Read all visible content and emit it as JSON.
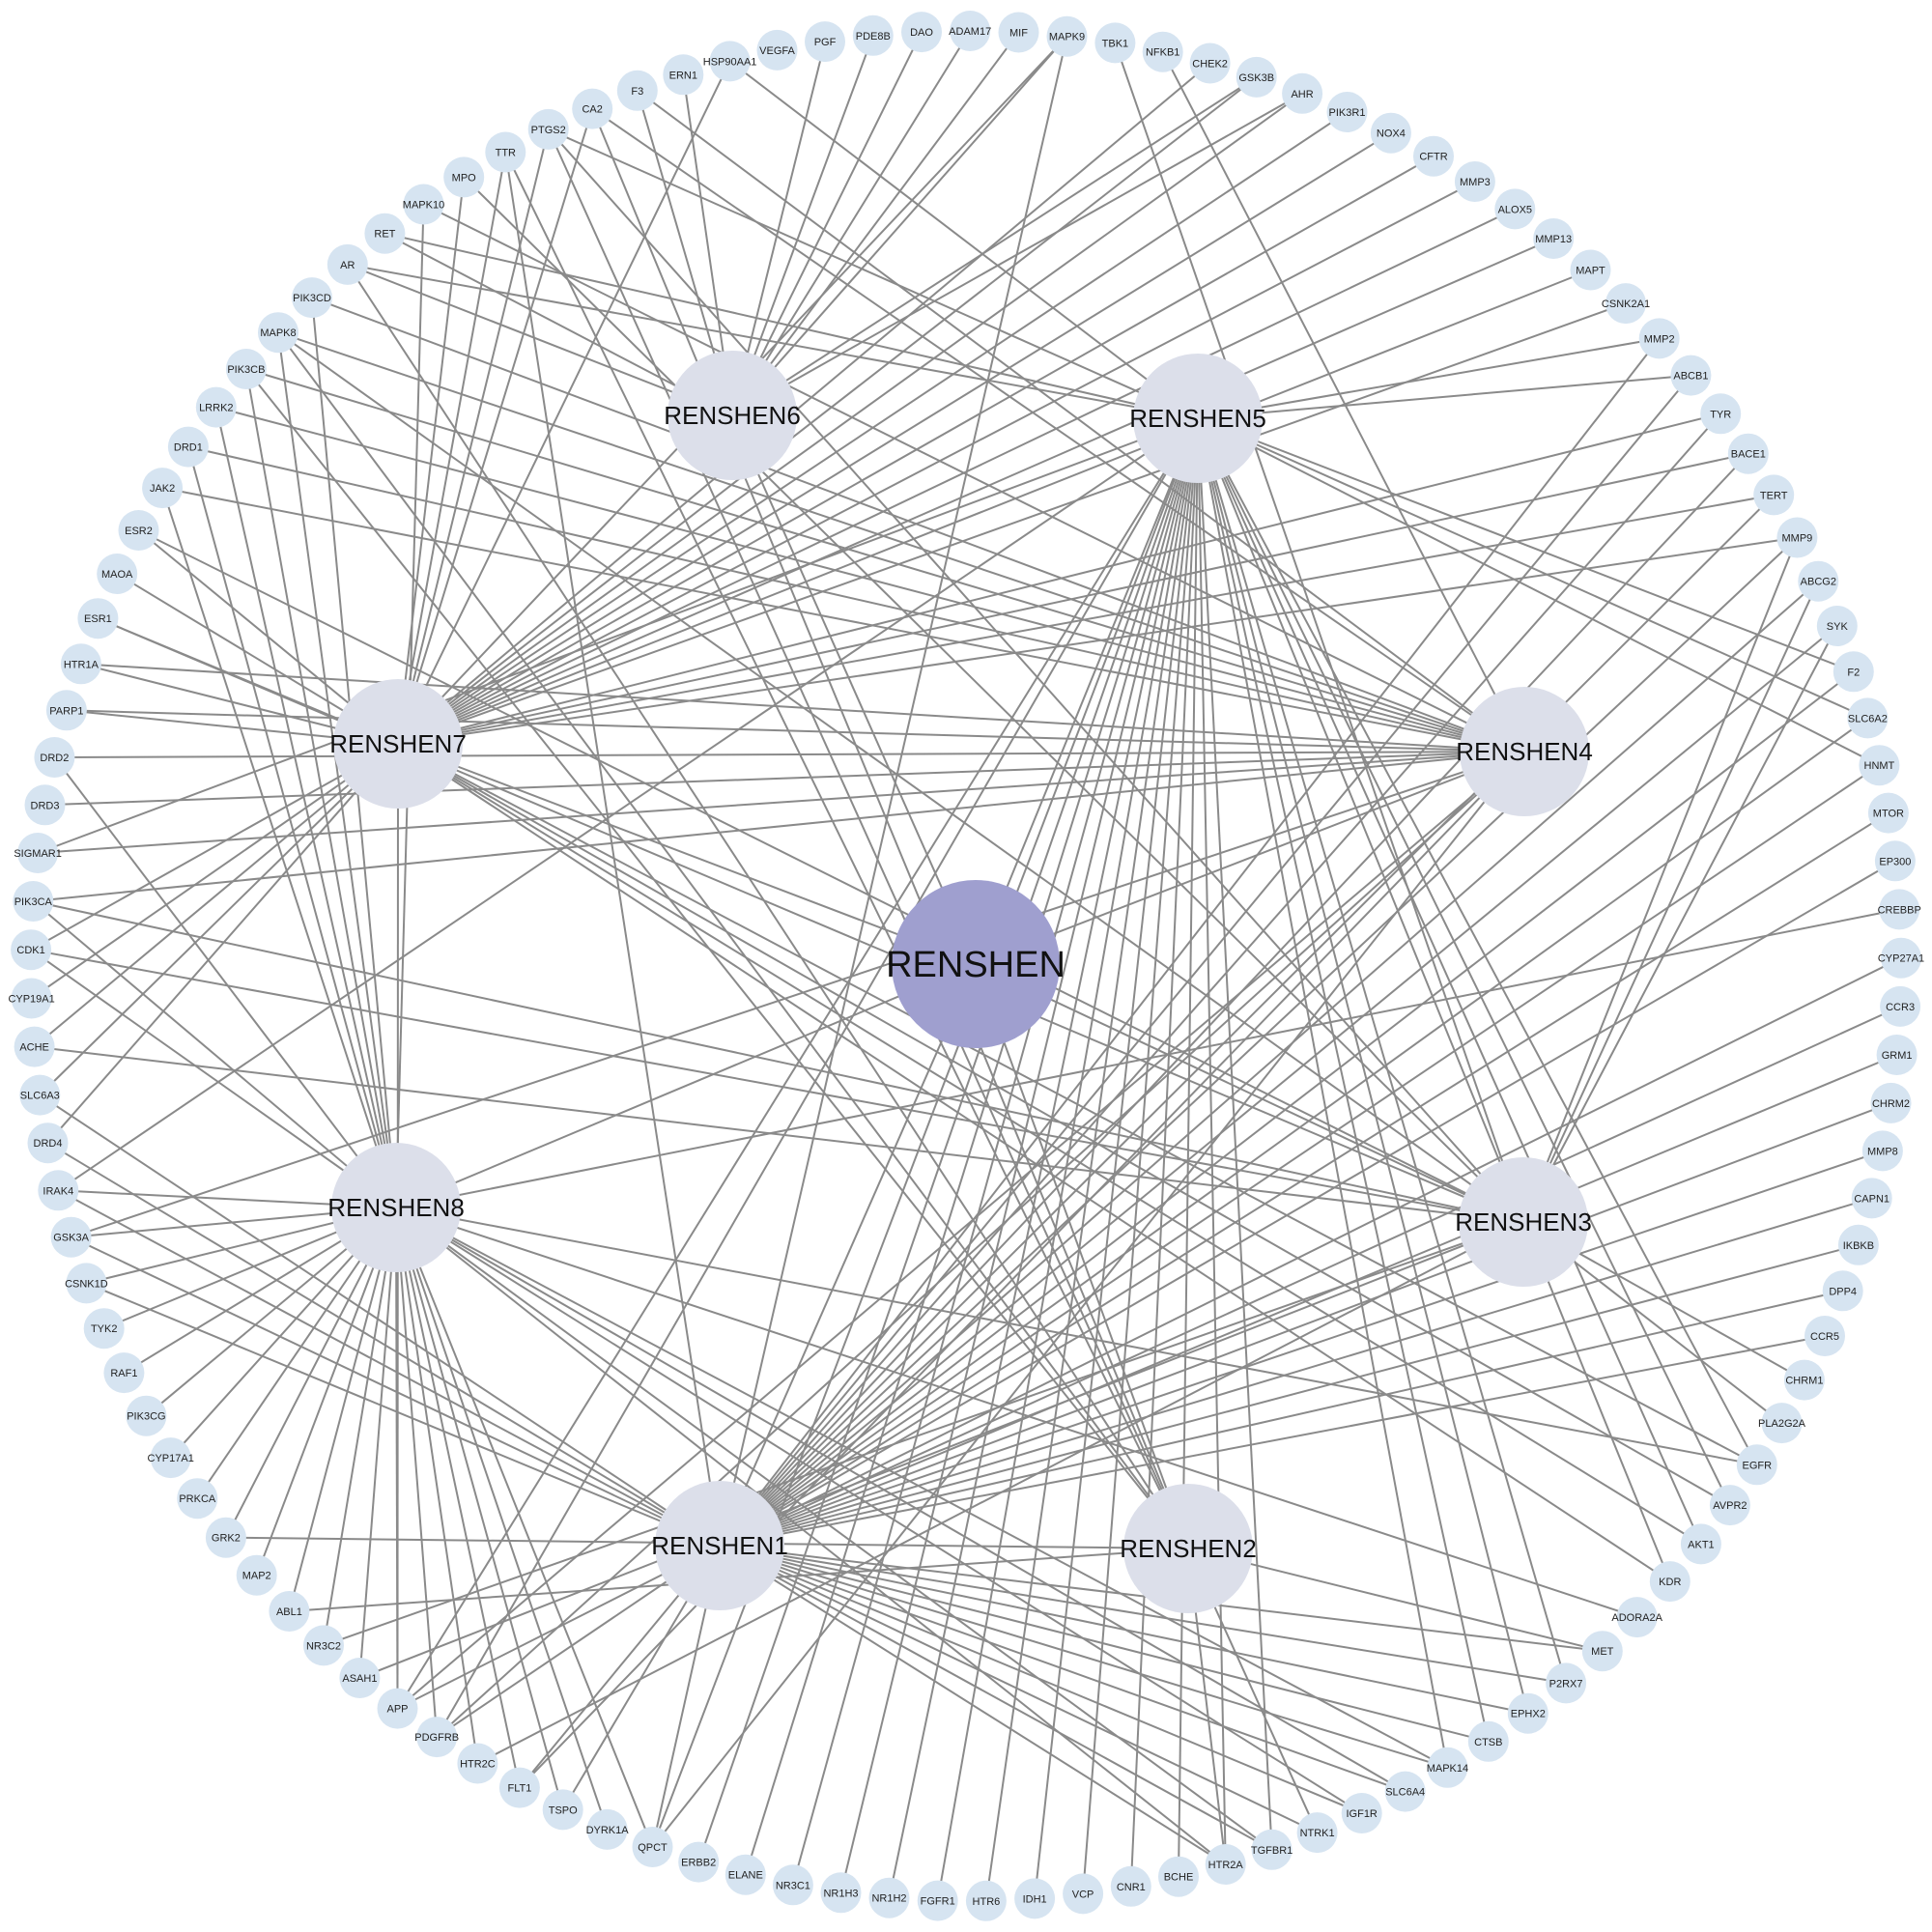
{
  "herb": {
    "label": "RENSHEN"
  },
  "ingredients": [
    {
      "id": "RENSHEN1",
      "label": "RENSHEN1"
    },
    {
      "id": "RENSHEN2",
      "label": "RENSHEN2"
    },
    {
      "id": "RENSHEN3",
      "label": "RENSHEN3"
    },
    {
      "id": "RENSHEN4",
      "label": "RENSHEN4"
    },
    {
      "id": "RENSHEN5",
      "label": "RENSHEN5"
    },
    {
      "id": "RENSHEN6",
      "label": "RENSHEN6"
    },
    {
      "id": "RENSHEN7",
      "label": "RENSHEN7"
    },
    {
      "id": "RENSHEN8",
      "label": "RENSHEN8"
    }
  ],
  "targets": [
    "MAPK9",
    "TBK1",
    "NFKB1",
    "CHEK2",
    "GSK3B",
    "AHR",
    "PIK3R1",
    "NOX4",
    "CFTR",
    "MMP3",
    "ALOX5",
    "MMP13",
    "MAPT",
    "CSNK2A1",
    "MMP2",
    "ABCB1",
    "TYR",
    "BACE1",
    "TERT",
    "MMP9",
    "ABCG2",
    "SYK",
    "F2",
    "SLC6A2",
    "HNMT",
    "MTOR",
    "EP300",
    "CREBBP",
    "CYP27A1",
    "CCR3",
    "GRM1",
    "CHRM2",
    "MMP8",
    "CAPN1",
    "IKBKB",
    "DPP4",
    "CCR5",
    "CHRM1",
    "PLA2G2A",
    "EGFR",
    "AVPR2",
    "AKT1",
    "KDR",
    "ADORA2A",
    "MET",
    "P2RX7",
    "EPHX2",
    "CTSB",
    "MAPK14",
    "SLC6A4",
    "IGF1R",
    "NTRK1",
    "TGFBR1",
    "HTR2A",
    "BCHE",
    "CNR1",
    "VCP",
    "IDH1",
    "HTR6",
    "FGFR1",
    "NR1H2",
    "NR1H3",
    "NR3C1",
    "ELANE",
    "ERBB2",
    "QPCT",
    "DYRK1A",
    "TSPO",
    "FLT1",
    "HTR2C",
    "PDGFRB",
    "APP",
    "ASAH1",
    "NR3C2",
    "ABL1",
    "MAP2",
    "GRK2",
    "PRKCA",
    "CYP17A1",
    "PIK3CG",
    "RAF1",
    "TYK2",
    "CSNK1D",
    "GSK3A",
    "IRAK4",
    "DRD4",
    "SLC6A3",
    "ACHE",
    "CYP19A1",
    "CDK1",
    "PIK3CA",
    "SIGMAR1",
    "DRD3",
    "DRD2",
    "PARP1",
    "HTR1A",
    "ESR1",
    "MAOA",
    "ESR2",
    "JAK2",
    "DRD1",
    "LRRK2",
    "PIK3CB",
    "MAPK8",
    "PIK3CD",
    "AR",
    "RET",
    "MAPK10",
    "MPO",
    "TTR",
    "PTGS2",
    "CA2",
    "F3",
    "ERN1",
    "HSP90AA1",
    "VEGFA",
    "PGF",
    "PDE8B",
    "DAO",
    "ADAM17",
    "MIF"
  ],
  "edges": [
    [
      "RENSHEN6",
      "PDE8B"
    ],
    [
      "RENSHEN6",
      "DAO"
    ],
    [
      "RENSHEN6",
      "ADAM17"
    ],
    [
      "RENSHEN6",
      "MIF"
    ],
    [
      "RENSHEN6",
      "MAPK9"
    ],
    [
      "RENSHEN6",
      "GSK3B"
    ],
    [
      "RENSHEN6",
      "AHR"
    ],
    [
      "RENSHEN6",
      "PGF"
    ],
    [
      "RENSHEN6",
      "F3"
    ],
    [
      "RENSHEN6",
      "ERN1"
    ],
    [
      "RENSHEN6",
      "RET"
    ],
    [
      "RENSHEN6",
      "AR"
    ],
    [
      "RENSHEN5",
      "MMP2"
    ],
    [
      "RENSHEN5",
      "AR"
    ],
    [
      "RENSHEN5",
      "RET"
    ],
    [
      "RENSHEN5",
      "PTGS2"
    ],
    [
      "RENSHEN5",
      "HSP90AA1"
    ],
    [
      "RENSHEN5",
      "ABCB1"
    ],
    [
      "RENSHEN5",
      "F2"
    ],
    [
      "RENSHEN5",
      "SLC6A2"
    ],
    [
      "RENSHEN5",
      "HNMT"
    ],
    [
      "RENSHEN5",
      "SIGMAR1"
    ],
    [
      "RENSHEN5",
      "IRAK4"
    ],
    [
      "RENSHEN5",
      "APP"
    ],
    [
      "RENSHEN5",
      "PDGFRB"
    ],
    [
      "RENSHEN5",
      "QPCT"
    ],
    [
      "RENSHEN5",
      "ERBB2"
    ],
    [
      "RENSHEN5",
      "ELANE"
    ],
    [
      "RENSHEN5",
      "NR3C1"
    ],
    [
      "RENSHEN5",
      "NR1H3"
    ],
    [
      "RENSHEN5",
      "NR1H2"
    ],
    [
      "RENSHEN5",
      "FGFR1"
    ],
    [
      "RENSHEN5",
      "HTR6"
    ],
    [
      "RENSHEN5",
      "IDH1"
    ],
    [
      "RENSHEN5",
      "VCP"
    ],
    [
      "RENSHEN5",
      "CNR1"
    ],
    [
      "RENSHEN5",
      "BCHE"
    ],
    [
      "RENSHEN5",
      "HTR2A"
    ],
    [
      "RENSHEN5",
      "TGFBR1"
    ],
    [
      "RENSHEN5",
      "MAPK14"
    ],
    [
      "RENSHEN5",
      "CTSB"
    ],
    [
      "RENSHEN5",
      "EPHX2"
    ],
    [
      "RENSHEN5",
      "P2RX7"
    ],
    [
      "RENSHEN5",
      "KDR"
    ],
    [
      "RENSHEN5",
      "AKT1"
    ],
    [
      "RENSHEN5",
      "AVPR2"
    ],
    [
      "RENSHEN5",
      "EGFR"
    ],
    [
      "RENSHEN7",
      "MAPK9"
    ],
    [
      "RENSHEN7",
      "CHEK2"
    ],
    [
      "RENSHEN7",
      "GSK3B"
    ],
    [
      "RENSHEN7",
      "AHR"
    ],
    [
      "RENSHEN7",
      "PIK3R1"
    ],
    [
      "RENSHEN7",
      "NOX4"
    ],
    [
      "RENSHEN7",
      "CFTR"
    ],
    [
      "RENSHEN7",
      "MMP3"
    ],
    [
      "RENSHEN7",
      "ALOX5"
    ],
    [
      "RENSHEN7",
      "MMP13"
    ],
    [
      "RENSHEN7",
      "MAPT"
    ],
    [
      "RENSHEN7",
      "CSNK2A1"
    ],
    [
      "RENSHEN7",
      "TYR"
    ],
    [
      "RENSHEN7",
      "BACE1"
    ],
    [
      "RENSHEN7",
      "TERT"
    ],
    [
      "RENSHEN7",
      "MMP9"
    ],
    [
      "RENSHEN7",
      "CA2"
    ],
    [
      "RENSHEN7",
      "PTGS2"
    ],
    [
      "RENSHEN7",
      "TTR"
    ],
    [
      "RENSHEN7",
      "MPO"
    ],
    [
      "RENSHEN7",
      "HSP90AA1"
    ],
    [
      "RENSHEN7",
      "ESR2"
    ],
    [
      "RENSHEN7",
      "MAOA"
    ],
    [
      "RENSHEN7",
      "ESR1"
    ],
    [
      "RENSHEN7",
      "HTR1A"
    ],
    [
      "RENSHEN7",
      "PARP1"
    ],
    [
      "RENSHEN7",
      "CDK1"
    ],
    [
      "RENSHEN7",
      "CYP19A1"
    ],
    [
      "RENSHEN7",
      "ACHE"
    ],
    [
      "RENSHEN7",
      "SLC6A3"
    ],
    [
      "RENSHEN7",
      "DRD4"
    ],
    [
      "RENSHEN7",
      "APP"
    ],
    [
      "RENSHEN7",
      "AKT1"
    ],
    [
      "RENSHEN7",
      "KDR"
    ],
    [
      "RENSHEN7",
      "AVPR2"
    ],
    [
      "RENSHEN7",
      "EGFR"
    ],
    [
      "RENSHEN4",
      "MAPK10"
    ],
    [
      "RENSHEN4",
      "PIK3CD"
    ],
    [
      "RENSHEN4",
      "MAPK8"
    ],
    [
      "RENSHEN4",
      "PIK3CB"
    ],
    [
      "RENSHEN4",
      "LRRK2"
    ],
    [
      "RENSHEN4",
      "DRD1"
    ],
    [
      "RENSHEN4",
      "JAK2"
    ],
    [
      "RENSHEN4",
      "F3"
    ],
    [
      "RENSHEN4",
      "CA2"
    ],
    [
      "RENSHEN4",
      "HTR1A"
    ],
    [
      "RENSHEN4",
      "PARP1"
    ],
    [
      "RENSHEN4",
      "DRD2"
    ],
    [
      "RENSHEN4",
      "DRD3"
    ],
    [
      "RENSHEN4",
      "SIGMAR1"
    ],
    [
      "RENSHEN4",
      "PIK3CA"
    ],
    [
      "RENSHEN4",
      "GSK3A"
    ],
    [
      "RENSHEN4",
      "NFKB1"
    ],
    [
      "RENSHEN4",
      "APP"
    ],
    [
      "RENSHEN4",
      "PDGFRB"
    ],
    [
      "RENSHEN4",
      "FLT1"
    ],
    [
      "RENSHEN4",
      "QPCT"
    ],
    [
      "RENSHEN3",
      "PTGS2"
    ],
    [
      "RENSHEN3",
      "MPO"
    ],
    [
      "RENSHEN3",
      "MAPK8"
    ],
    [
      "RENSHEN3",
      "ESR2"
    ],
    [
      "RENSHEN3",
      "ESR1"
    ],
    [
      "RENSHEN3",
      "PIK3CA"
    ],
    [
      "RENSHEN3",
      "TBK1"
    ],
    [
      "RENSHEN3",
      "CDK1"
    ],
    [
      "RENSHEN3",
      "MMP9"
    ],
    [
      "RENSHEN3",
      "ABCG2"
    ],
    [
      "RENSHEN3",
      "SYK"
    ],
    [
      "RENSHEN3",
      "CHRM1"
    ],
    [
      "RENSHEN3",
      "PLA2G2A"
    ],
    [
      "RENSHEN3",
      "ACHE"
    ],
    [
      "RENSHEN3",
      "HTR2C"
    ],
    [
      "RENSHEN3",
      "ASAH1"
    ],
    [
      "RENSHEN3",
      "NR3C2"
    ],
    [
      "RENSHEN2",
      "PTGS2"
    ],
    [
      "RENSHEN2",
      "CA2"
    ],
    [
      "RENSHEN2",
      "TTR"
    ],
    [
      "RENSHEN2",
      "MAPK8"
    ],
    [
      "RENSHEN2",
      "PIK3CB"
    ],
    [
      "RENSHEN2",
      "AR"
    ],
    [
      "RENSHEN2",
      "MET"
    ],
    [
      "RENSHEN2",
      "NTRK1"
    ],
    [
      "RENSHEN2",
      "HTR2A"
    ],
    [
      "RENSHEN2",
      "ABL1"
    ],
    [
      "RENSHEN2",
      "GRK2"
    ],
    [
      "RENSHEN8",
      "MAPK8"
    ],
    [
      "RENSHEN8",
      "PIK3CB"
    ],
    [
      "RENSHEN8",
      "LRRK2"
    ],
    [
      "RENSHEN8",
      "DRD1"
    ],
    [
      "RENSHEN8",
      "JAK2"
    ],
    [
      "RENSHEN8",
      "MAPK10"
    ],
    [
      "RENSHEN8",
      "PIK3CD"
    ],
    [
      "RENSHEN8",
      "CDK1"
    ],
    [
      "RENSHEN8",
      "PIK3CA"
    ],
    [
      "RENSHEN8",
      "DRD2"
    ],
    [
      "RENSHEN8",
      "CREBBP"
    ],
    [
      "RENSHEN8",
      "EGFR"
    ],
    [
      "RENSHEN8",
      "ADORA2A"
    ],
    [
      "RENSHEN8",
      "IGF1R"
    ],
    [
      "RENSHEN8",
      "SLC6A4"
    ],
    [
      "RENSHEN8",
      "MAPK14"
    ],
    [
      "RENSHEN8",
      "TGFBR1"
    ],
    [
      "RENSHEN8",
      "HTR2A"
    ],
    [
      "RENSHEN8",
      "IRAK4"
    ],
    [
      "RENSHEN8",
      "GSK3A"
    ],
    [
      "RENSHEN8",
      "CSNK1D"
    ],
    [
      "RENSHEN8",
      "TYK2"
    ],
    [
      "RENSHEN8",
      "RAF1"
    ],
    [
      "RENSHEN8",
      "PIK3CG"
    ],
    [
      "RENSHEN8",
      "CYP17A1"
    ],
    [
      "RENSHEN8",
      "PRKCA"
    ],
    [
      "RENSHEN8",
      "GRK2"
    ],
    [
      "RENSHEN8",
      "MAP2"
    ],
    [
      "RENSHEN8",
      "ABL1"
    ],
    [
      "RENSHEN8",
      "NR3C2"
    ],
    [
      "RENSHEN8",
      "ASAH1"
    ],
    [
      "RENSHEN8",
      "APP"
    ],
    [
      "RENSHEN8",
      "PDGFRB"
    ],
    [
      "RENSHEN8",
      "HTR2C"
    ],
    [
      "RENSHEN8",
      "FLT1"
    ],
    [
      "RENSHEN8",
      "TSPO"
    ],
    [
      "RENSHEN8",
      "DYRK1A"
    ],
    [
      "RENSHEN8",
      "QPCT"
    ],
    [
      "RENSHEN1",
      "SLC6A3"
    ],
    [
      "RENSHEN1",
      "GSK3A"
    ],
    [
      "RENSHEN1",
      "IRAK4"
    ],
    [
      "RENSHEN1",
      "CSNK1D"
    ],
    [
      "RENSHEN1",
      "DRD4"
    ],
    [
      "RENSHEN1",
      "TTR"
    ],
    [
      "RENSHEN1",
      "MAPK9"
    ],
    [
      "RENSHEN1",
      "MMP2"
    ],
    [
      "RENSHEN1",
      "ABCB1"
    ],
    [
      "RENSHEN1",
      "TYR"
    ],
    [
      "RENSHEN1",
      "BACE1"
    ],
    [
      "RENSHEN1",
      "TERT"
    ],
    [
      "RENSHEN1",
      "MMP9"
    ],
    [
      "RENSHEN1",
      "ABCG2"
    ],
    [
      "RENSHEN1",
      "SYK"
    ],
    [
      "RENSHEN1",
      "F2"
    ],
    [
      "RENSHEN1",
      "SLC6A2"
    ],
    [
      "RENSHEN1",
      "HNMT"
    ],
    [
      "RENSHEN1",
      "MTOR"
    ],
    [
      "RENSHEN1",
      "EP300"
    ],
    [
      "RENSHEN1",
      "CYP27A1"
    ],
    [
      "RENSHEN1",
      "CCR3"
    ],
    [
      "RENSHEN1",
      "GRM1"
    ],
    [
      "RENSHEN1",
      "CHRM2"
    ],
    [
      "RENSHEN1",
      "MMP8"
    ],
    [
      "RENSHEN1",
      "CAPN1"
    ],
    [
      "RENSHEN1",
      "IKBKB"
    ],
    [
      "RENSHEN1",
      "DPP4"
    ],
    [
      "RENSHEN1",
      "CCR5"
    ],
    [
      "RENSHEN1",
      "MET"
    ],
    [
      "RENSHEN1",
      "P2RX7"
    ],
    [
      "RENSHEN1",
      "EPHX2"
    ],
    [
      "RENSHEN1",
      "CTSB"
    ],
    [
      "RENSHEN1",
      "MAPK14"
    ],
    [
      "RENSHEN1",
      "SLC6A4"
    ],
    [
      "RENSHEN1",
      "IGF1R"
    ],
    [
      "RENSHEN1",
      "NTRK1"
    ],
    [
      "RENSHEN1",
      "TGFBR1"
    ],
    [
      "RENSHEN1",
      "HTR2A"
    ],
    [
      "RENSHEN1",
      "APP"
    ],
    [
      "RENSHEN1",
      "PDGFRB"
    ],
    [
      "RENSHEN1",
      "FLT1"
    ],
    [
      "RENSHEN1",
      "TSPO"
    ],
    [
      "RENSHEN1",
      "QPCT"
    ],
    [
      "RENSHEN",
      "RENSHEN1"
    ],
    [
      "RENSHEN",
      "RENSHEN2"
    ],
    [
      "RENSHEN",
      "RENSHEN3"
    ],
    [
      "RENSHEN",
      "RENSHEN4"
    ],
    [
      "RENSHEN",
      "RENSHEN5"
    ],
    [
      "RENSHEN",
      "RENSHEN6"
    ],
    [
      "RENSHEN",
      "RENSHEN7"
    ],
    [
      "RENSHEN",
      "RENSHEN8"
    ]
  ],
  "colors": {
    "target_fill": "#d6e4f1",
    "ingredient_fill": "#dcdfea",
    "herb_fill": "#9f9fcf",
    "edge": "#8a8a8a"
  }
}
